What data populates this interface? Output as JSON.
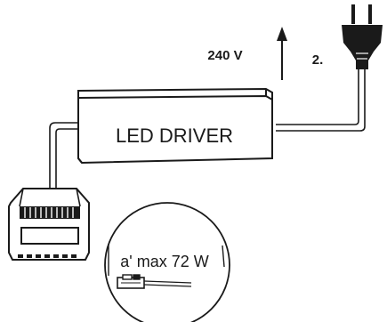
{
  "diagram": {
    "driver_label": "LED DRIVER",
    "voltage_label": "240 V",
    "step_label": "2.",
    "callout_label": "a' max 72 W",
    "icons": [
      "power-plug-icon",
      "up-arrow-icon",
      "distribution-box-icon",
      "connector-plug-icon"
    ]
  }
}
